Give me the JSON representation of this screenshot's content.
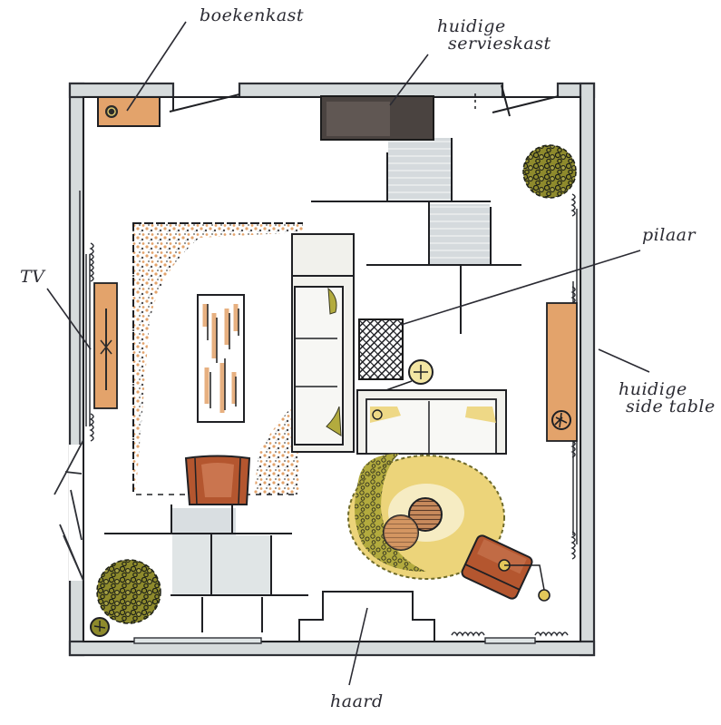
{
  "diagram": {
    "type": "floor-plan-sketch",
    "style": "hand-drawn marker rendering",
    "language": "nl",
    "colors": {
      "wall_fill": "#d6dbdc",
      "wall_line": "#2e3036",
      "ink": "#23252b",
      "wood_orange": "#e3a36b",
      "rust_chair": "#b4562f",
      "olive_plant": "#8e8a2c",
      "yellow_rug": "#ecd47a",
      "grey_marker": "#c9d0d3",
      "dark_cabinet": "#4a4340",
      "sofa_fill": "#f1f1ec"
    },
    "annotations": [
      {
        "id": "boekenkast",
        "text": "boekenkast",
        "lines": [
          "boekenkast"
        ],
        "points_to": "bookcase top-left corner"
      },
      {
        "id": "servieskast",
        "text": "huidige serviskast",
        "lines": [
          "huidige",
          "servieskast"
        ],
        "points_to": "dark cabinet on top wall"
      },
      {
        "id": "pilaar",
        "text": "pilaar",
        "lines": [
          "pilaar"
        ],
        "points_to": "cross-hatched pillar"
      },
      {
        "id": "tv",
        "text": "TV",
        "lines": [
          "TV"
        ],
        "points_to": "TV unit on left wall"
      },
      {
        "id": "side_table",
        "text": "huidige side table",
        "lines": [
          "huidige",
          "side table"
        ],
        "points_to": "side table on right wall"
      },
      {
        "id": "haard",
        "text": "haard",
        "lines": [
          "haard"
        ],
        "points_to": "fireplace on bottom wall"
      }
    ],
    "furniture": [
      {
        "name": "bookcase",
        "label_ref": "boekenkast"
      },
      {
        "name": "serving-cabinet",
        "label_ref": "servieskast"
      },
      {
        "name": "tv-unit",
        "label_ref": "tv"
      },
      {
        "name": "side-table",
        "label_ref": "side_table"
      },
      {
        "name": "pillar",
        "label_ref": "pilaar"
      },
      {
        "name": "fireplace",
        "label_ref": "haard"
      },
      {
        "name": "sofa-vertical"
      },
      {
        "name": "sofa-horizontal"
      },
      {
        "name": "coffee-table-rect"
      },
      {
        "name": "armchair-left"
      },
      {
        "name": "armchair-right"
      },
      {
        "name": "round-side-tables"
      },
      {
        "name": "round-yellow-rug"
      },
      {
        "name": "area-rug-left"
      },
      {
        "name": "plant-top-right"
      },
      {
        "name": "plant-bottom-left"
      },
      {
        "name": "floor-lamps"
      }
    ]
  }
}
